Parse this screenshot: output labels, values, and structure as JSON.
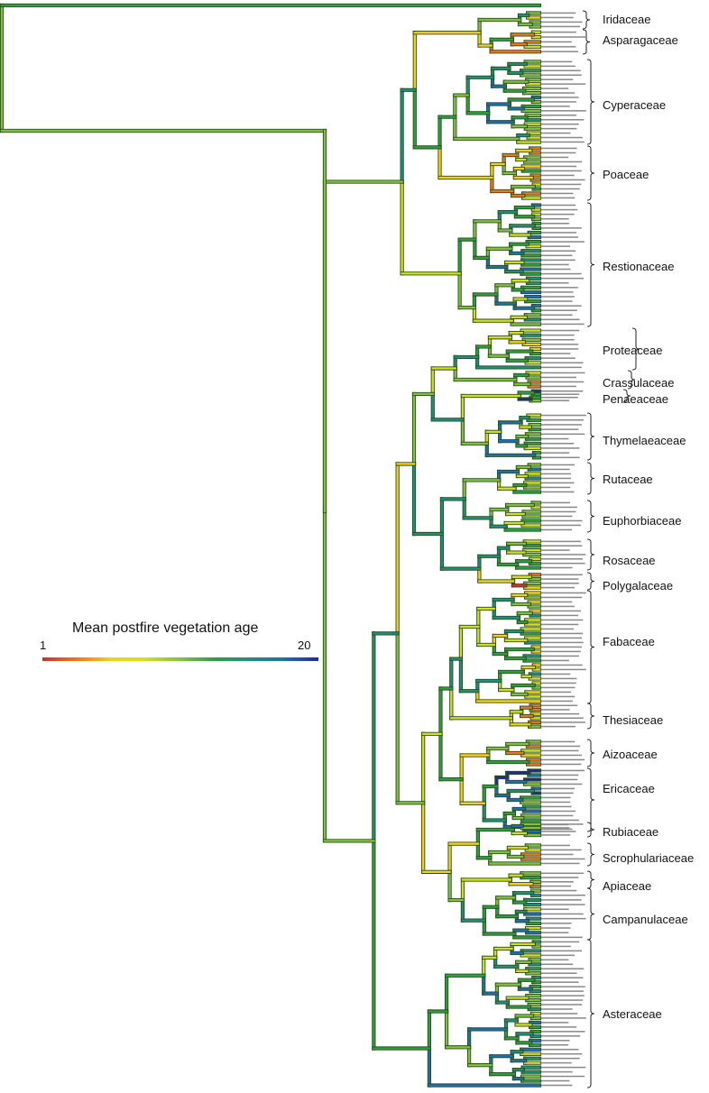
{
  "legend": {
    "title": "Mean postfire vegetation age",
    "min": "1",
    "max": "20",
    "colors": [
      "#c0392b",
      "#e87a1a",
      "#f2d21a",
      "#cfe01d",
      "#7fc241",
      "#2e9e3e",
      "#1f8f7a",
      "#1e6fae",
      "#1d2f8c"
    ]
  },
  "families": [
    "Iridaceae",
    "Asparagaceae",
    "Cyperaceae",
    "Poaceae",
    "Restionaceae",
    "Proteaceae",
    "Crassulaceae",
    "Penaeaceae",
    "Thymelaeaceae",
    "Rutaceae",
    "Euphorbiaceae",
    "Rosaceae",
    "Polygalaceae",
    "Fabaceae",
    "Thesiaceae",
    "Aizoaceae",
    "Ericaceae",
    "Rubiaceae",
    "Scrophulariaceae",
    "Apiaceae",
    "Campanulaceae",
    "Asteraceae"
  ]
}
